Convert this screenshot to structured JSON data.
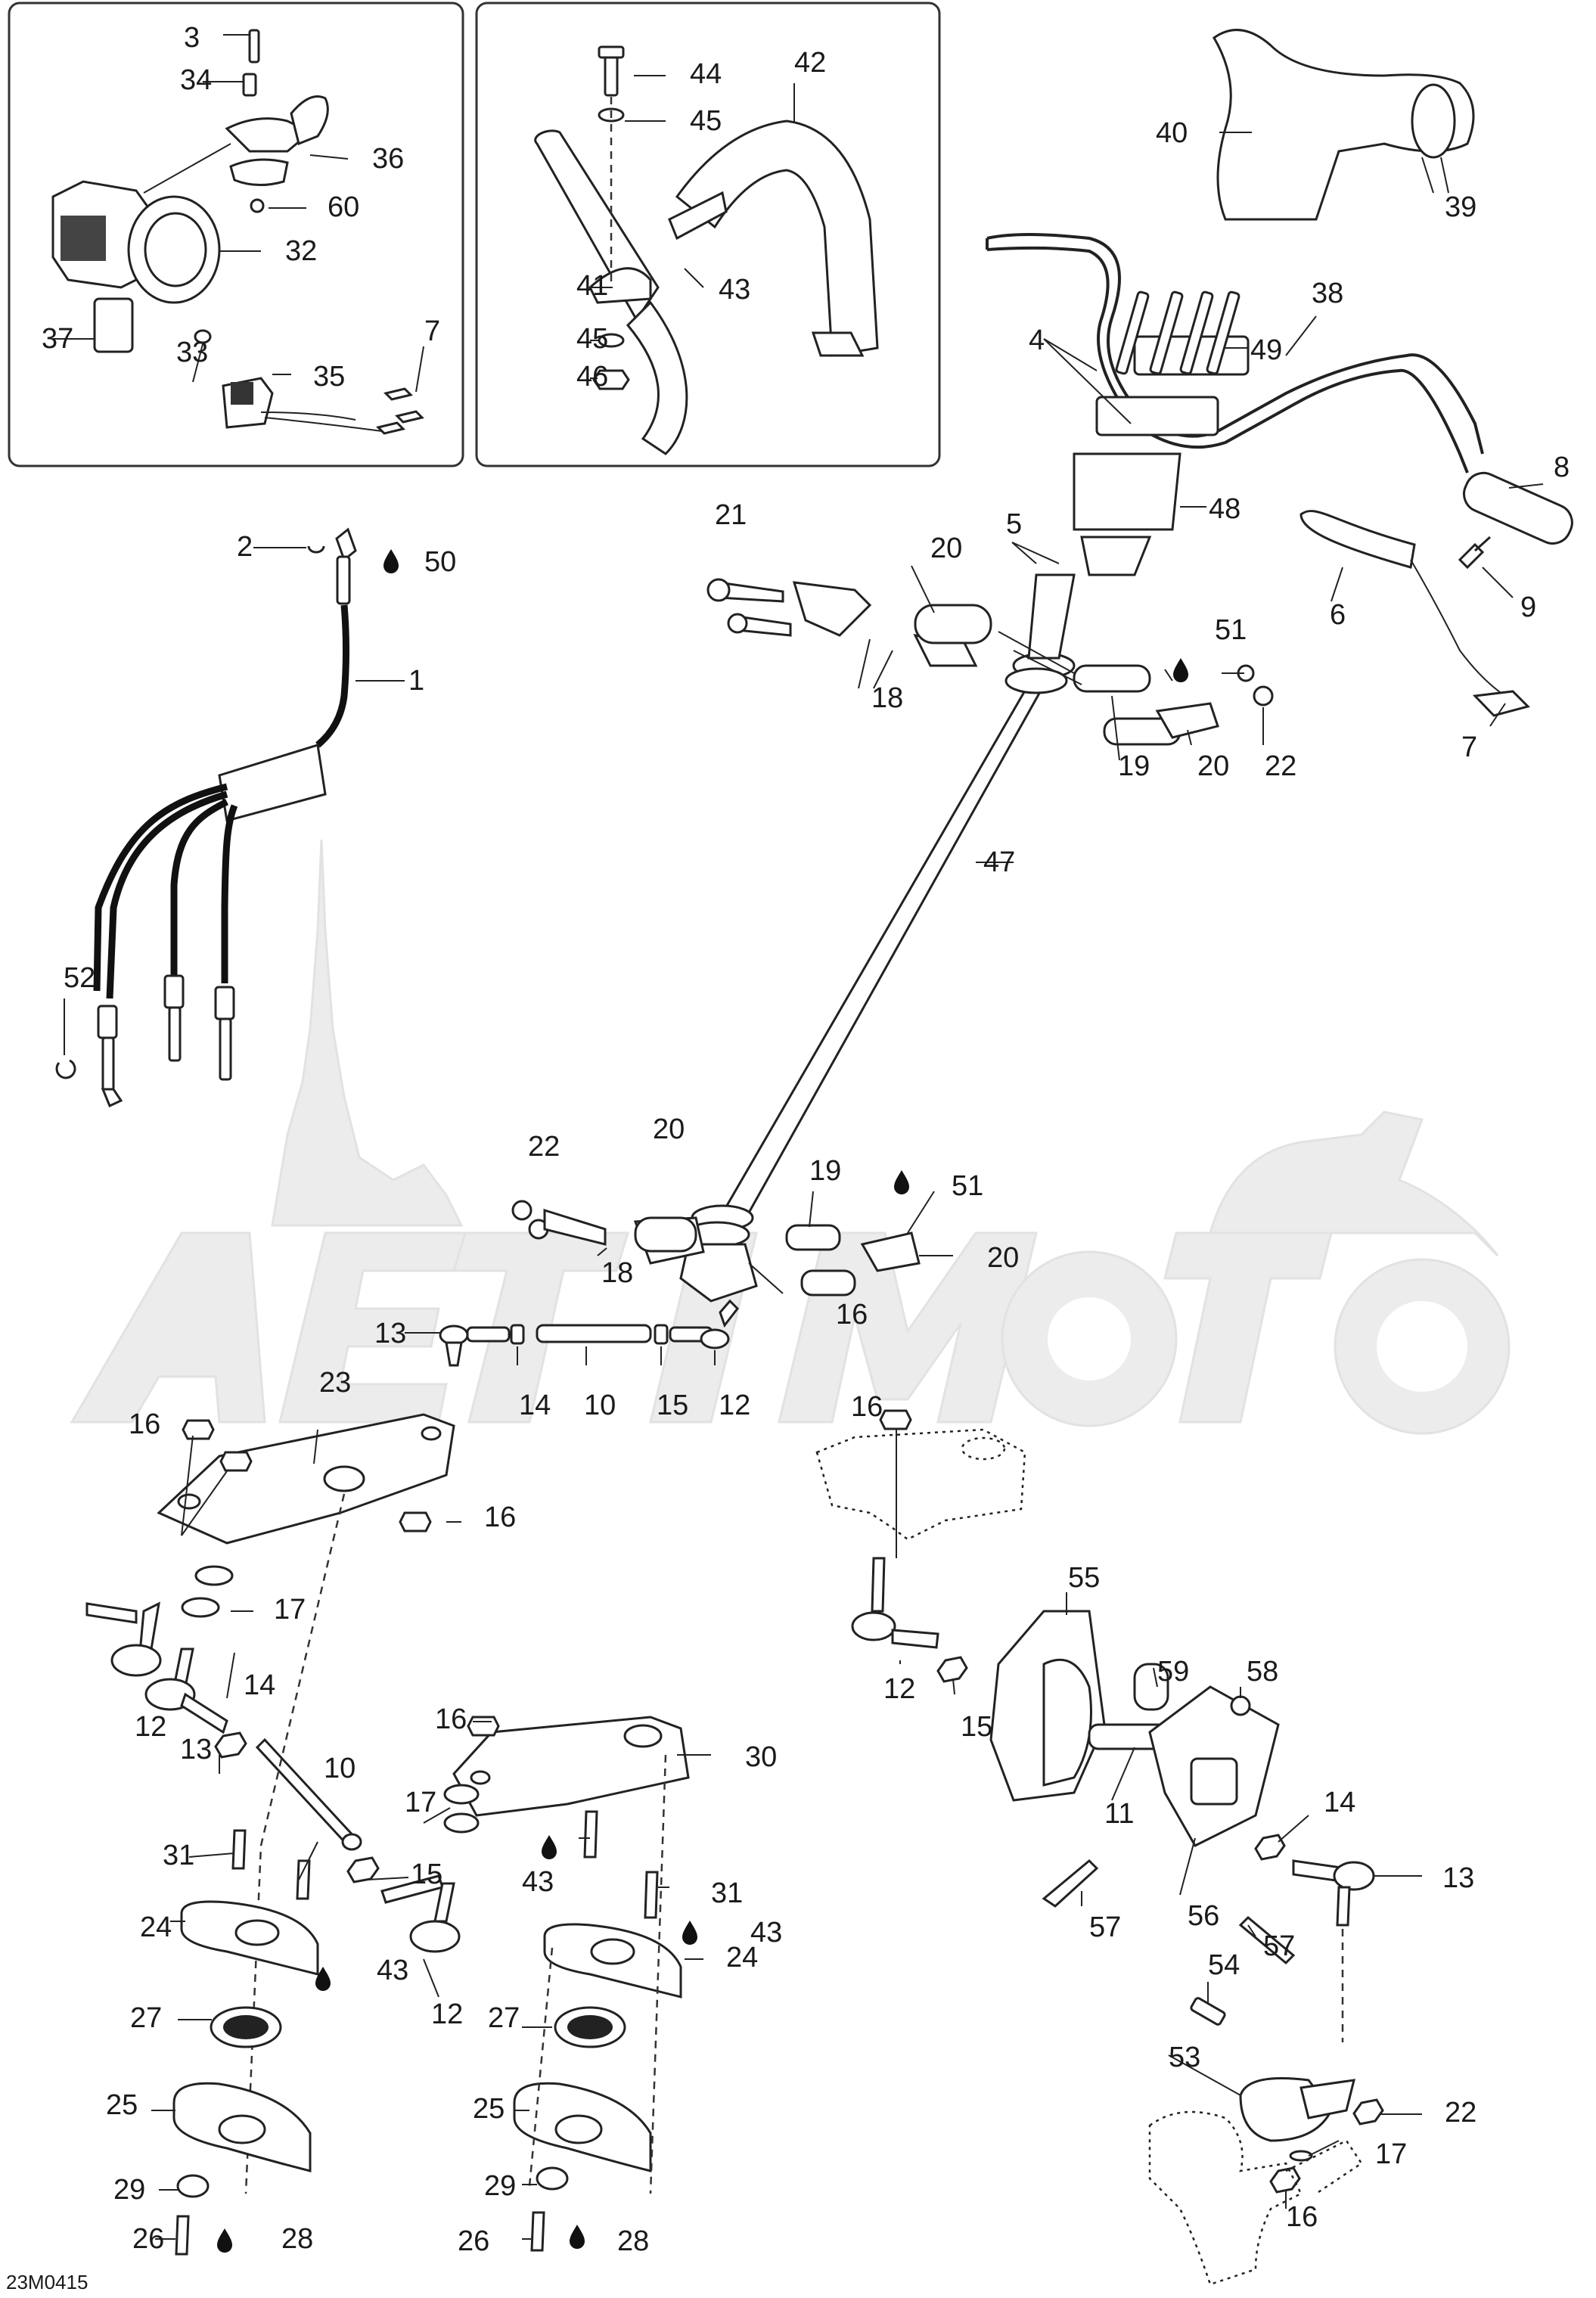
{
  "diagram_code": "23M0415",
  "watermark": "AeTIMoto",
  "callouts": [
    {
      "id": "c3",
      "text": "3"
    },
    {
      "id": "c34",
      "text": "34"
    },
    {
      "id": "c36",
      "text": "36"
    },
    {
      "id": "c60",
      "text": "60"
    },
    {
      "id": "c32",
      "text": "32"
    },
    {
      "id": "c37",
      "text": "37"
    },
    {
      "id": "c33",
      "text": "33"
    },
    {
      "id": "c35",
      "text": "35"
    },
    {
      "id": "c7a",
      "text": "7"
    },
    {
      "id": "c44",
      "text": "44"
    },
    {
      "id": "c45a",
      "text": "45"
    },
    {
      "id": "c42",
      "text": "42"
    },
    {
      "id": "c41",
      "text": "41"
    },
    {
      "id": "c43a",
      "text": "43"
    },
    {
      "id": "c45b",
      "text": "45"
    },
    {
      "id": "c46",
      "text": "46"
    },
    {
      "id": "c40",
      "text": "40"
    },
    {
      "id": "c39",
      "text": "39"
    },
    {
      "id": "c38",
      "text": "38"
    },
    {
      "id": "c4",
      "text": "4"
    },
    {
      "id": "c49",
      "text": "49"
    },
    {
      "id": "c48",
      "text": "48"
    },
    {
      "id": "c8",
      "text": "8"
    },
    {
      "id": "c5",
      "text": "5"
    },
    {
      "id": "c21",
      "text": "21"
    },
    {
      "id": "c20a",
      "text": "20"
    },
    {
      "id": "c18a",
      "text": "18"
    },
    {
      "id": "c51a",
      "text": "51"
    },
    {
      "id": "c19a",
      "text": "19"
    },
    {
      "id": "c20b",
      "text": "20"
    },
    {
      "id": "c22a",
      "text": "22"
    },
    {
      "id": "c6",
      "text": "6"
    },
    {
      "id": "c9",
      "text": "9"
    },
    {
      "id": "c7b",
      "text": "7"
    },
    {
      "id": "c2",
      "text": "2"
    },
    {
      "id": "c50",
      "text": "50"
    },
    {
      "id": "c1",
      "text": "1"
    },
    {
      "id": "c47",
      "text": "47"
    },
    {
      "id": "c52",
      "text": "52"
    },
    {
      "id": "c22b",
      "text": "22"
    },
    {
      "id": "c20c",
      "text": "20"
    },
    {
      "id": "c19b",
      "text": "19"
    },
    {
      "id": "c51b",
      "text": "51"
    },
    {
      "id": "c18b",
      "text": "18"
    },
    {
      "id": "c20d",
      "text": "20"
    },
    {
      "id": "c16a",
      "text": "16"
    },
    {
      "id": "c13a",
      "text": "13"
    },
    {
      "id": "c14a",
      "text": "14"
    },
    {
      "id": "c10a",
      "text": "10"
    },
    {
      "id": "c15a",
      "text": "15"
    },
    {
      "id": "c12a",
      "text": "12"
    },
    {
      "id": "c23",
      "text": "23"
    },
    {
      "id": "c16b",
      "text": "16"
    },
    {
      "id": "c16c",
      "text": "16"
    },
    {
      "id": "c16d",
      "text": "16"
    },
    {
      "id": "c17a",
      "text": "17"
    },
    {
      "id": "c12b",
      "text": "12"
    },
    {
      "id": "c13b",
      "text": "13"
    },
    {
      "id": "c14b",
      "text": "14"
    },
    {
      "id": "c10b",
      "text": "10"
    },
    {
      "id": "c15b",
      "text": "15"
    },
    {
      "id": "c31a",
      "text": "31"
    },
    {
      "id": "c24a",
      "text": "24"
    },
    {
      "id": "c43b",
      "text": "43"
    },
    {
      "id": "c27a",
      "text": "27"
    },
    {
      "id": "c25a",
      "text": "25"
    },
    {
      "id": "c29a",
      "text": "29"
    },
    {
      "id": "c26a",
      "text": "26"
    },
    {
      "id": "c28a",
      "text": "28"
    },
    {
      "id": "c12c",
      "text": "12"
    },
    {
      "id": "c16e",
      "text": "16"
    },
    {
      "id": "c30",
      "text": "30"
    },
    {
      "id": "c17b",
      "text": "17"
    },
    {
      "id": "c43c",
      "text": "43"
    },
    {
      "id": "c31b",
      "text": "31"
    },
    {
      "id": "c43d",
      "text": "43"
    },
    {
      "id": "c24b",
      "text": "24"
    },
    {
      "id": "c27b",
      "text": "27"
    },
    {
      "id": "c25b",
      "text": "25"
    },
    {
      "id": "c29b",
      "text": "29"
    },
    {
      "id": "c26b",
      "text": "26"
    },
    {
      "id": "c28b",
      "text": "28"
    },
    {
      "id": "c12d",
      "text": "12"
    },
    {
      "id": "c15c",
      "text": "15"
    },
    {
      "id": "c55",
      "text": "55"
    },
    {
      "id": "c59",
      "text": "59"
    },
    {
      "id": "c58",
      "text": "58"
    },
    {
      "id": "c11",
      "text": "11"
    },
    {
      "id": "c14c",
      "text": "14"
    },
    {
      "id": "c13c",
      "text": "13"
    },
    {
      "id": "c57a",
      "text": "57"
    },
    {
      "id": "c56",
      "text": "56"
    },
    {
      "id": "c57b",
      "text": "57"
    },
    {
      "id": "c54",
      "text": "54"
    },
    {
      "id": "c53",
      "text": "53"
    },
    {
      "id": "c22c",
      "text": "22"
    },
    {
      "id": "c17c",
      "text": "17"
    },
    {
      "id": "c16f",
      "text": "16"
    }
  ]
}
